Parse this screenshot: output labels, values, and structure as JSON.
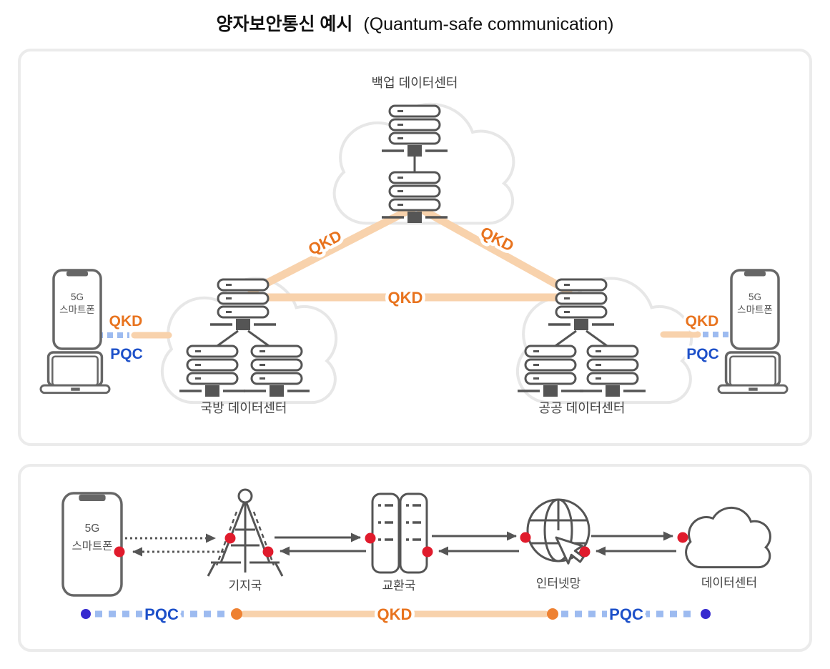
{
  "title": {
    "ko": "양자보안통신 예시",
    "en": "(Quantum-safe communication)"
  },
  "colors": {
    "qkd_label": "#e8731e",
    "pqc_label": "#1d50c9",
    "qkd_line": "#f8d2ac",
    "pqc_dash": "#9dbbf0",
    "endpoint_red": "#e01b2c",
    "endpoint_indigo": "#3629cf",
    "endpoint_orange": "#ee8132",
    "icon_stroke": "#555555",
    "cloud_stroke": "#e7e7e7",
    "panel_border": "#ebebeb"
  },
  "top_panel": {
    "backup_dc_label": "백업 데이터센터",
    "defense_dc_label": "국방 데이터센터",
    "public_dc_label": "공공 데이터센터",
    "qkd_left_diagonal": "QKD",
    "qkd_right_diagonal": "QKD",
    "qkd_horizontal": "QKD",
    "left_device": {
      "phone_line1": "5G",
      "phone_line2": "스마트폰",
      "qkd_label": "QKD",
      "pqc_label": "PQC"
    },
    "right_device": {
      "phone_line1": "5G",
      "phone_line2": "스마트폰",
      "qkd_label": "QKD",
      "pqc_label": "PQC"
    }
  },
  "bottom_panel": {
    "phone_line1": "5G",
    "phone_line2": "스마트폰",
    "base_station_label": "기지국",
    "exchange_label": "교환국",
    "internet_label": "인터넷망",
    "datacenter_label": "데이터센터",
    "marker_pqc_left": "PQC",
    "marker_qkd": "QKD",
    "marker_pqc_right": "PQC"
  }
}
